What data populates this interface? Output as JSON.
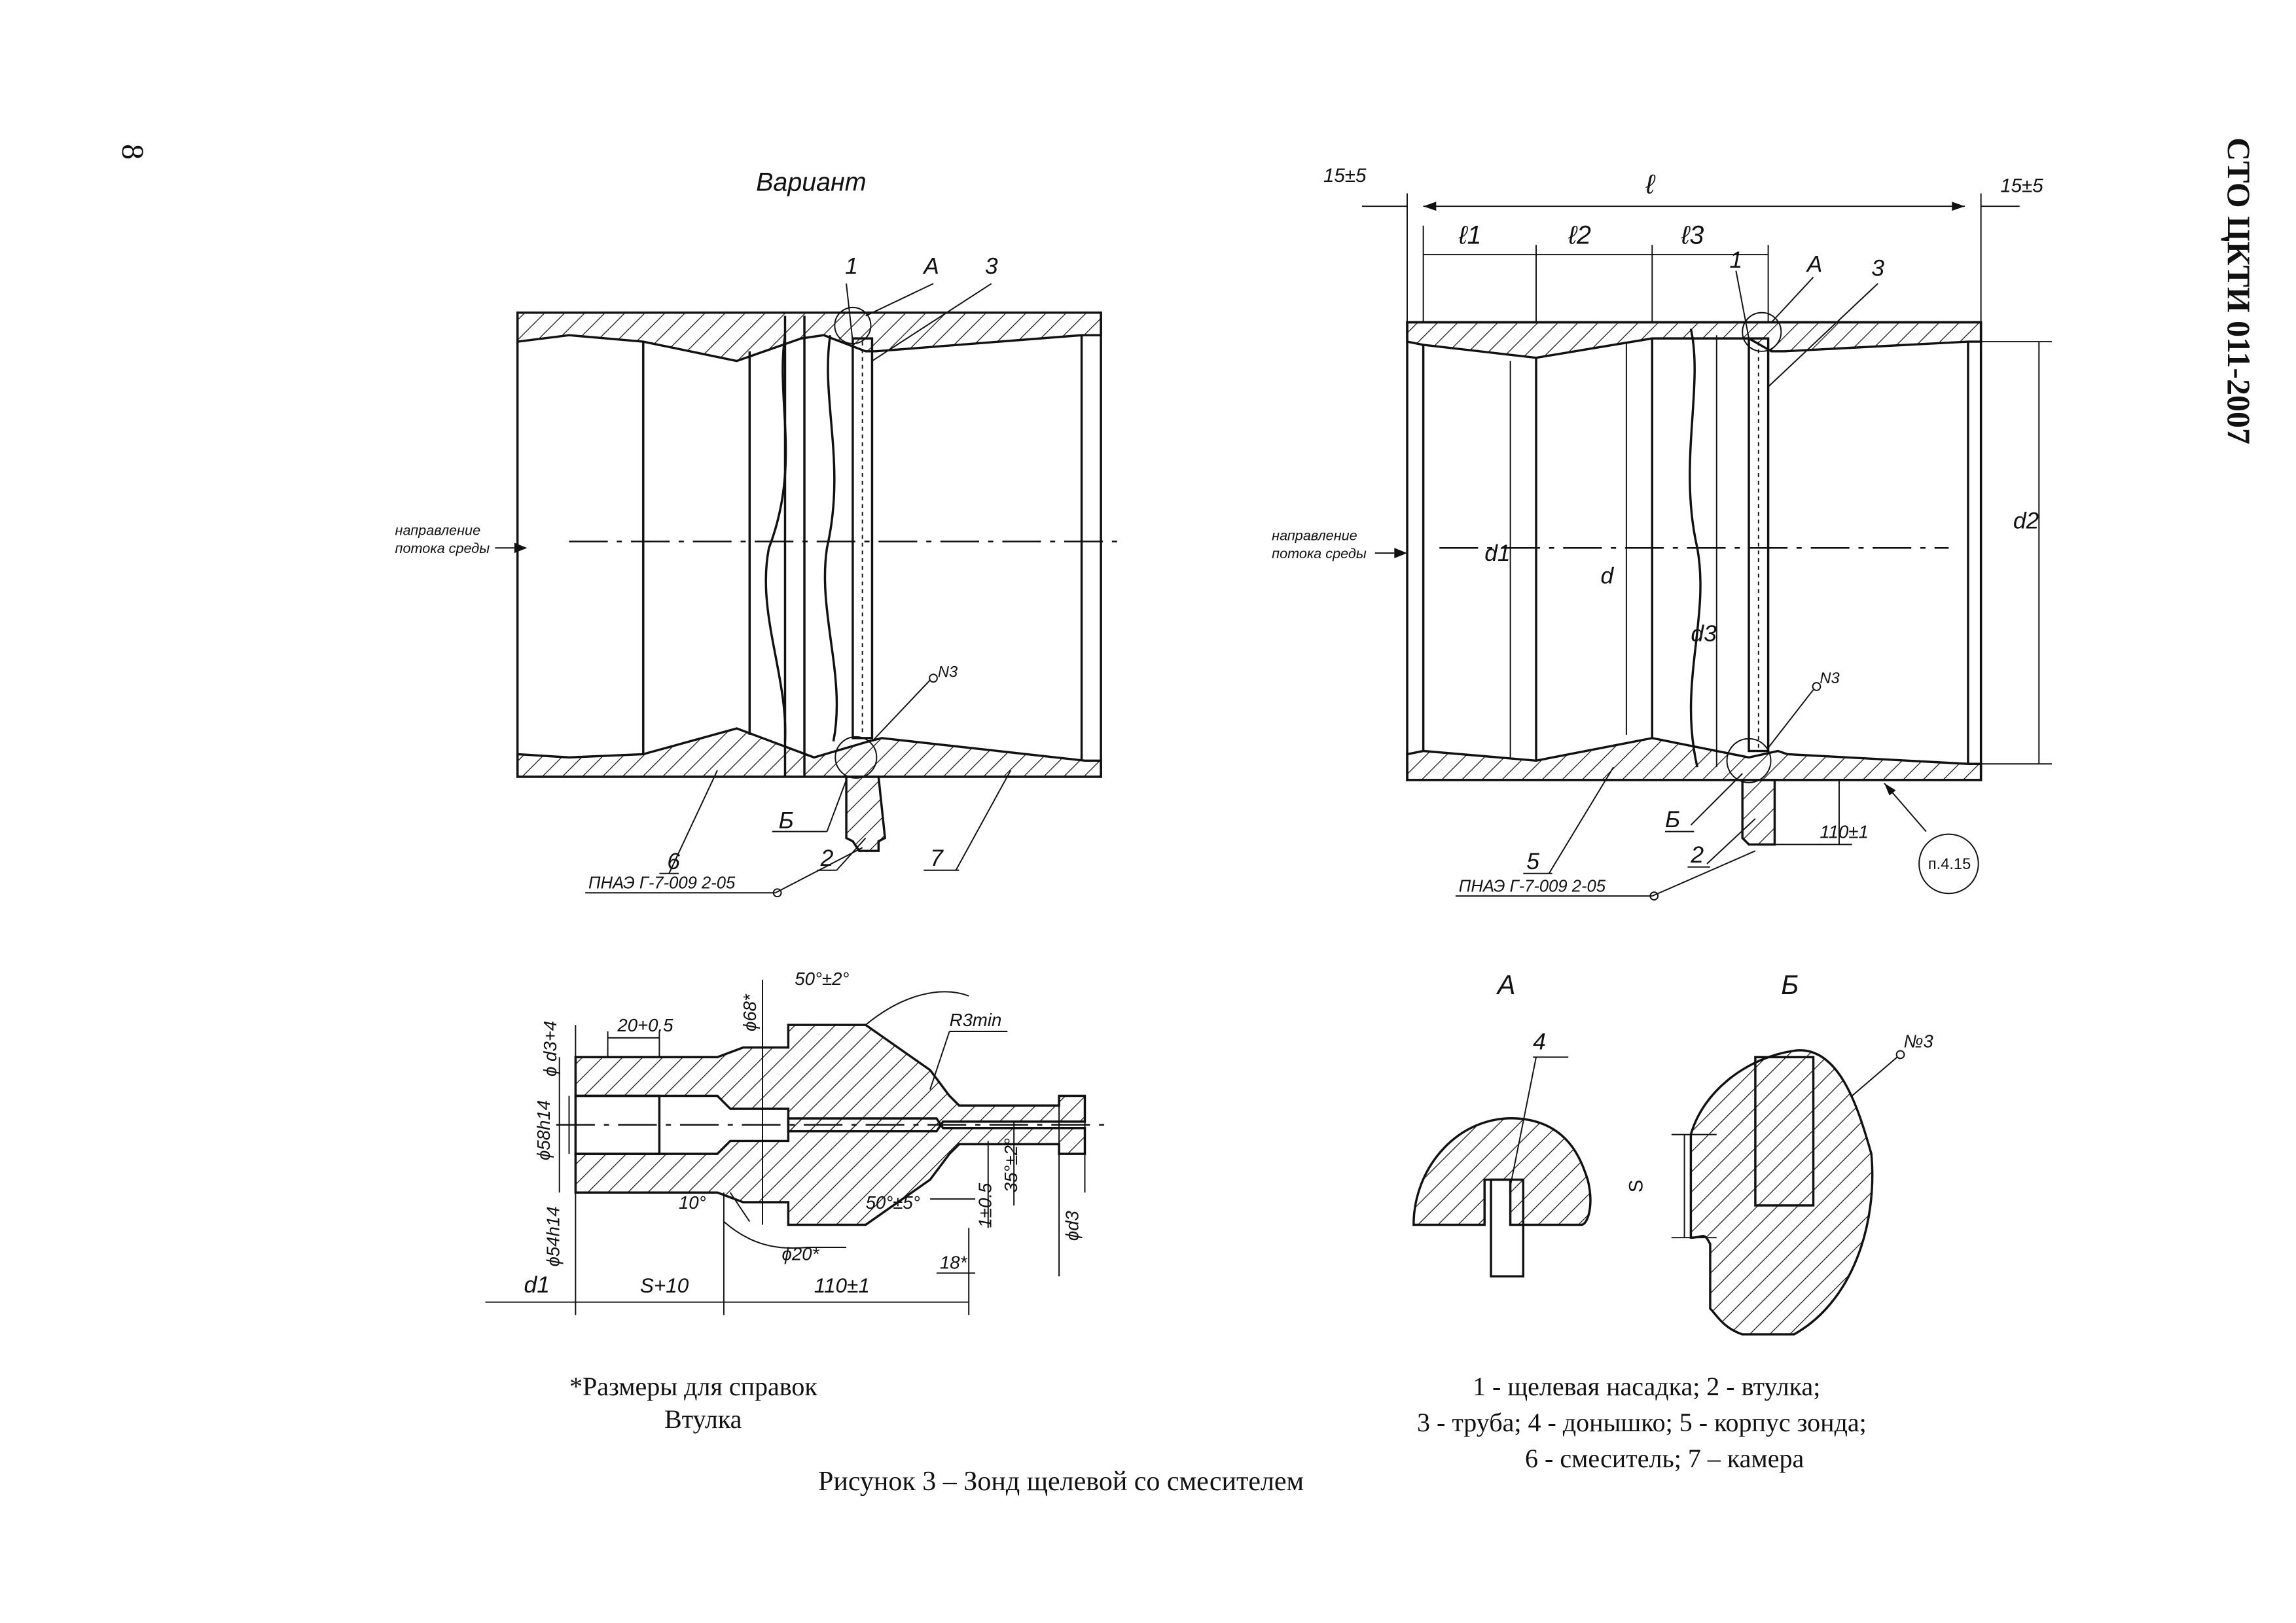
{
  "header": {
    "page_number": "8",
    "doc_code": "СТО ЦКТИ 011-2007"
  },
  "left_drawing": {
    "title": "Вариант",
    "flow_label_1": "направление",
    "flow_label_2": "потока среды",
    "callouts": [
      "1",
      "А",
      "3",
      "Б",
      "2",
      "6",
      "7"
    ],
    "weld_mark": "N3",
    "standard_ref": "ПНАЭ Г-7-009 2-05"
  },
  "right_drawing": {
    "dims": {
      "l": "ℓ",
      "l1": "ℓ1",
      "l2": "ℓ2",
      "l3": "ℓ3",
      "left_gap": "15±5",
      "right_gap": "15±5",
      "d1": "d1",
      "d": "d",
      "d2": "d2",
      "d3": "d3",
      "h": "110±1"
    },
    "flow_label_1": "направление",
    "flow_label_2": "потока среды",
    "callouts": [
      "1",
      "А",
      "3",
      "Б",
      "2",
      "5"
    ],
    "weld_mark": "N3",
    "standard_ref": "ПНАЭ Г-7-009 2-05",
    "note_ref": "п.4.15"
  },
  "bushing": {
    "dims": [
      "ϕ d3+4",
      "20+0.5",
      "ϕ68*",
      "50°±2°",
      "R3min",
      "ϕ58h14",
      "ϕ54h14",
      "10°",
      "50°±5°",
      "35°±2°",
      "ϕd3",
      "1±0.5",
      "ϕ20*",
      "18*",
      "d1",
      "S+10",
      "110±1"
    ],
    "note": "*Размеры для справок",
    "name": "Втулка"
  },
  "details": {
    "label_a": "А",
    "label_b": "Б",
    "callout_4": "4",
    "weld_mark": "№3",
    "dim_s": "S"
  },
  "legend": {
    "line1": "1 - щелевая насадка; 2 - втулка;",
    "line2": "3 - труба;  4 - донышко; 5 - корпус зонда;",
    "line3": "6 - смеситель; 7 – камера"
  },
  "figure_caption": "Рисунок 3 – Зонд щелевой со смесителем"
}
